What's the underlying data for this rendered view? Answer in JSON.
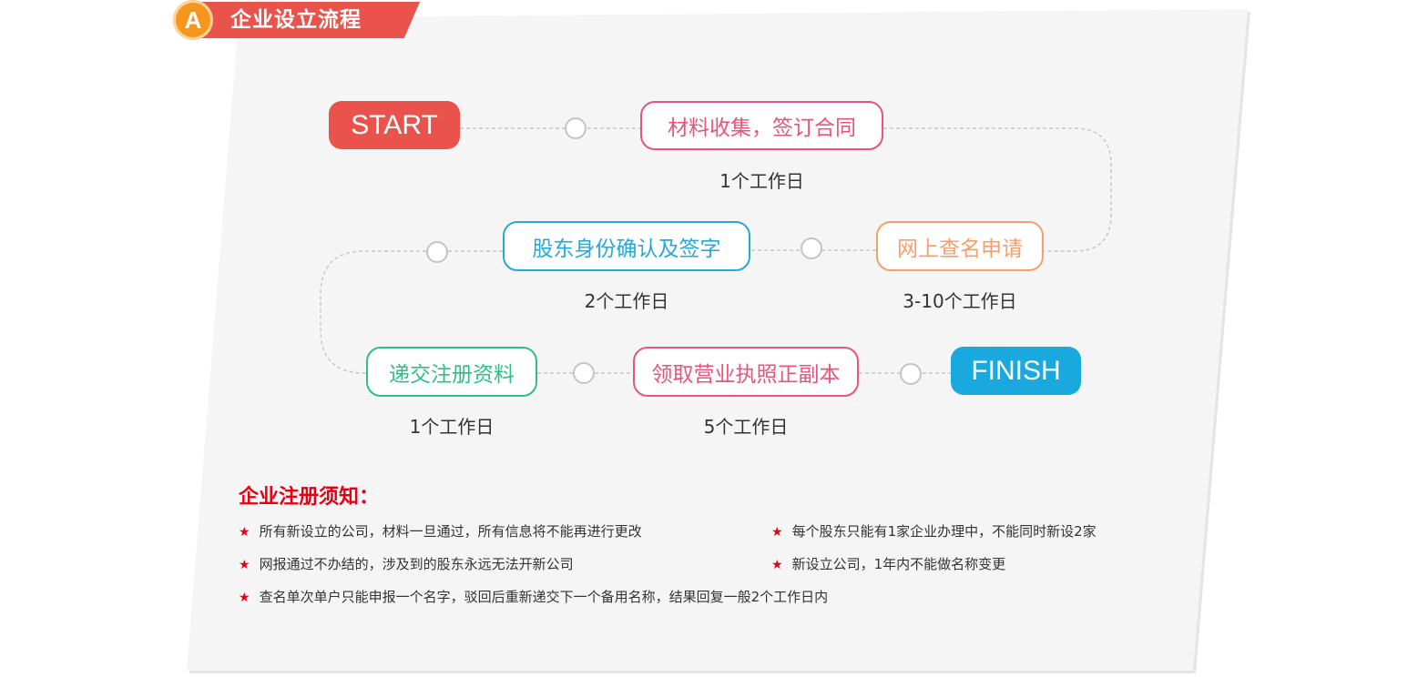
{
  "header": {
    "badge_letter": "A",
    "title": "企业设立流程"
  },
  "flow": {
    "start_label": "START",
    "finish_label": "FINISH",
    "steps": [
      {
        "label": "材料收集，签订合同",
        "duration": "1个工作日",
        "color": "#e8547a"
      },
      {
        "label": "网上查名申请",
        "duration": "3-10个工作日",
        "color": "#f5a06b"
      },
      {
        "label": "股东身份确认及签字",
        "duration": "2个工作日",
        "color": "#27a8d8"
      },
      {
        "label": "递交注册资料",
        "duration": "1个工作日",
        "color": "#2fbf86"
      },
      {
        "label": "领取营业执照正副本",
        "duration": "5个工作日",
        "color": "#e8547a"
      }
    ],
    "start_color": "#e9534b",
    "finish_color": "#1aa9de",
    "connector_color": "#c8c8c8"
  },
  "notes": {
    "title": "企业注册须知：",
    "star": "★",
    "items": [
      "所有新设立的公司，材料一旦通过，所有信息将不能再进行更改",
      "每个股东只能有1家企业办理中，不能同时新设2家",
      "网报通过不办结的，涉及到的股东永远无法开新公司",
      "新设立公司，1年内不能做名称变更",
      "查名单次单户只能申报一个名字，驳回后重新递交下一个备用名称，结果回复一般2个工作日内"
    ]
  }
}
